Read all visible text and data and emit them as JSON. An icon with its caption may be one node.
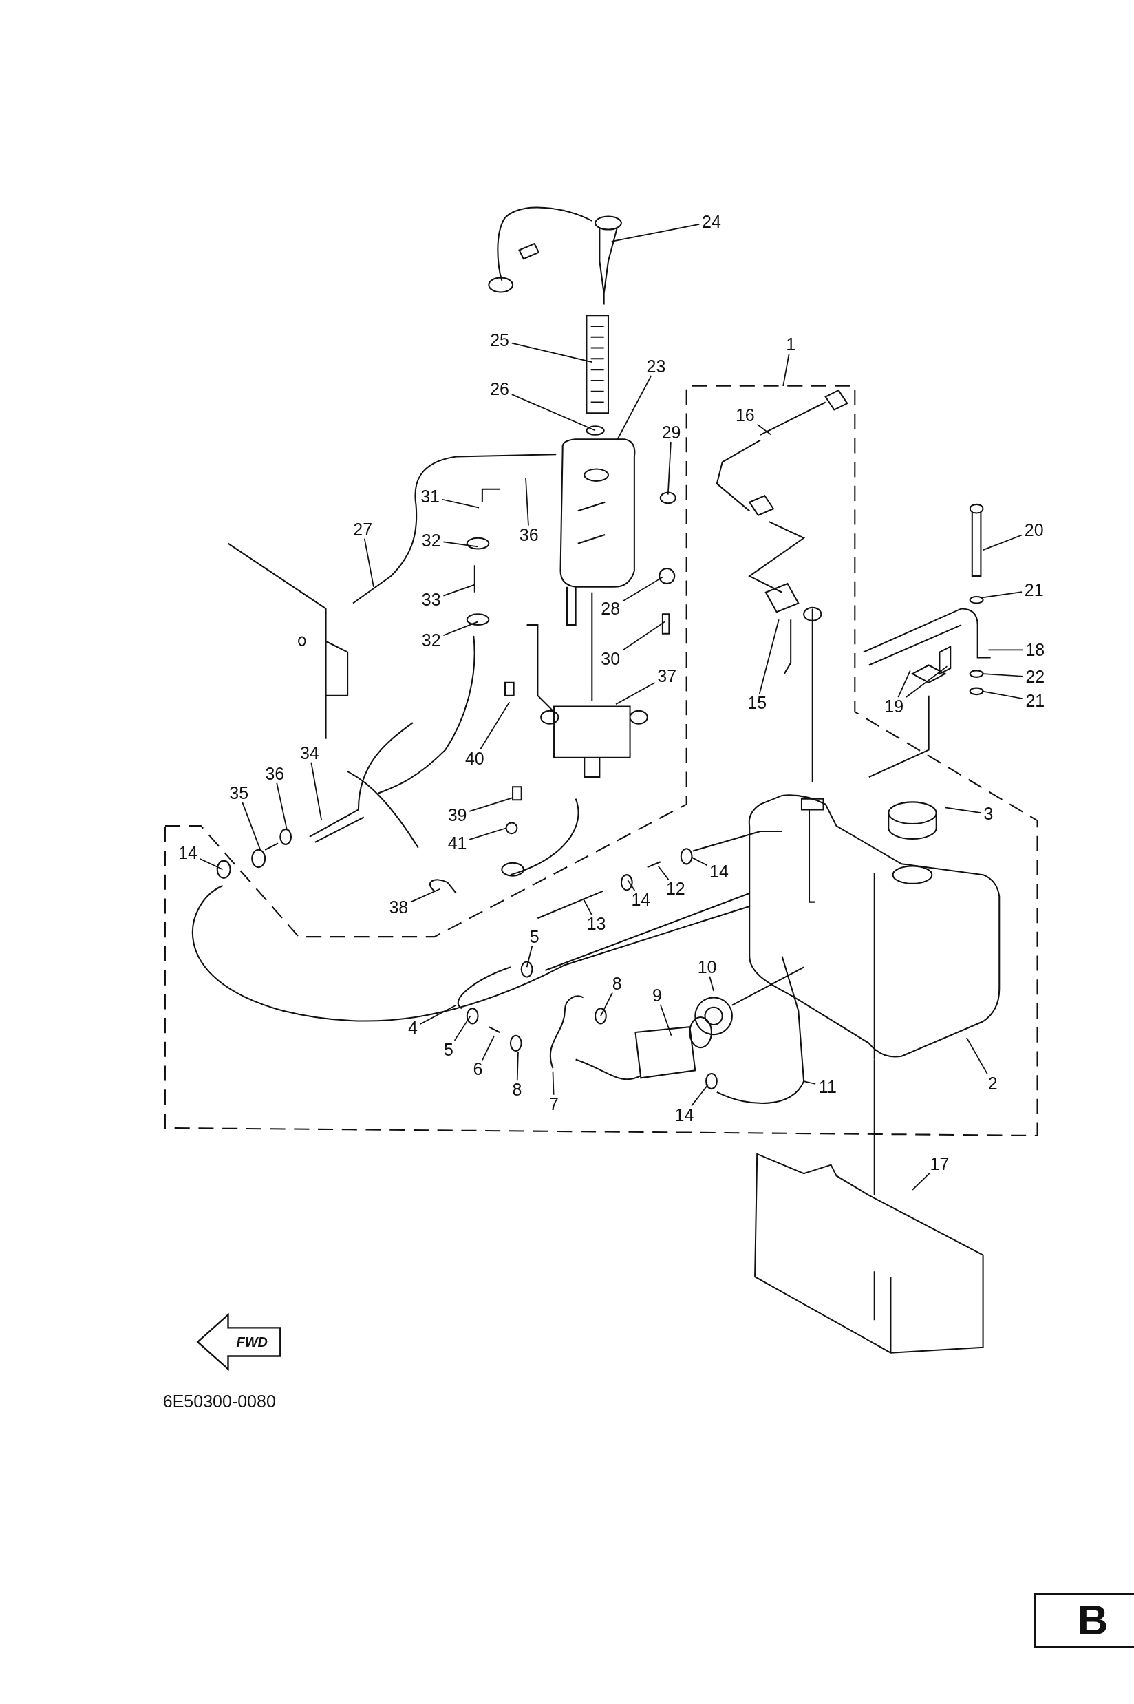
{
  "diagram": {
    "nodes": [
      {
        "text": [
          "24"
        ]
      },
      {
        "text": [
          "25"
        ]
      },
      {
        "text": [
          "23"
        ]
      },
      {
        "text": [
          "26"
        ]
      },
      {
        "text": [
          "1"
        ]
      },
      {
        "text": [
          "16"
        ]
      },
      {
        "text": [
          "29"
        ]
      },
      {
        "text": [
          "31"
        ]
      },
      {
        "text": [
          "36"
        ]
      },
      {
        "text": [
          "27"
        ]
      },
      {
        "text": [
          "32"
        ]
      },
      {
        "text": [
          "33"
        ]
      },
      {
        "text": [
          "28"
        ]
      },
      {
        "text": [
          "32"
        ]
      },
      {
        "text": [
          "30"
        ]
      },
      {
        "text": [
          "37"
        ]
      },
      {
        "text": [
          "15"
        ]
      },
      {
        "text": [
          "20"
        ]
      },
      {
        "text": [
          "21"
        ]
      },
      {
        "text": [
          "18"
        ]
      },
      {
        "text": [
          "19"
        ]
      },
      {
        "text": [
          "22"
        ]
      },
      {
        "text": [
          "21"
        ]
      },
      {
        "text": [
          "40"
        ]
      },
      {
        "text": [
          "34"
        ]
      },
      {
        "text": [
          "36"
        ]
      },
      {
        "text": [
          "35"
        ]
      },
      {
        "text": [
          "39"
        ]
      },
      {
        "text": [
          "41"
        ]
      },
      {
        "text": [
          "3"
        ]
      },
      {
        "text": [
          "14"
        ]
      },
      {
        "text": [
          "12"
        ]
      },
      {
        "text": [
          "14"
        ]
      },
      {
        "text": [
          "14"
        ]
      },
      {
        "text": [
          "38"
        ]
      },
      {
        "text": [
          "13"
        ]
      },
      {
        "text": [
          "5"
        ]
      },
      {
        "text": [
          "10"
        ]
      },
      {
        "text": [
          "8"
        ]
      },
      {
        "text": [
          "9"
        ]
      },
      {
        "text": [
          "4"
        ]
      },
      {
        "text": [
          "5"
        ]
      },
      {
        "text": [
          "6"
        ]
      },
      {
        "text": [
          "8"
        ]
      },
      {
        "text": [
          "7"
        ]
      },
      {
        "text": [
          "11"
        ]
      },
      {
        "text": [
          "14"
        ]
      },
      {
        "text": [
          "2"
        ]
      },
      {
        "text": [
          "17"
        ]
      }
    ],
    "edges": [
      {
        "from": 0,
        "to": null,
        "arrow": "none"
      },
      {
        "from": 1,
        "to": null,
        "arrow": "none"
      },
      {
        "from": 2,
        "to": null,
        "arrow": "none"
      },
      {
        "from": 3,
        "to": null,
        "arrow": "none"
      },
      {
        "from": 4,
        "to": null,
        "arrow": "none"
      },
      {
        "from": 5,
        "to": null,
        "arrow": "none"
      },
      {
        "from": 6,
        "to": null,
        "arrow": "none"
      },
      {
        "from": 7,
        "to": null,
        "arrow": "none"
      },
      {
        "from": 8,
        "to": null,
        "arrow": "none"
      },
      {
        "from": 9,
        "to": null,
        "arrow": "none"
      },
      {
        "from": 10,
        "to": null,
        "arrow": "none"
      },
      {
        "from": 11,
        "to": null,
        "arrow": "none"
      },
      {
        "from": 12,
        "to": null,
        "arrow": "none"
      },
      {
        "from": 13,
        "to": null,
        "arrow": "none"
      },
      {
        "from": 14,
        "to": null,
        "arrow": "none"
      },
      {
        "from": 15,
        "to": null,
        "arrow": "none"
      },
      {
        "from": 16,
        "to": null,
        "arrow": "none"
      },
      {
        "from": 17,
        "to": null,
        "arrow": "none"
      },
      {
        "from": 18,
        "to": null,
        "arrow": "none"
      },
      {
        "from": 19,
        "to": null,
        "arrow": "none"
      },
      {
        "from": 20,
        "to": null,
        "arrow": "none"
      },
      {
        "from": 20,
        "to": null,
        "arrow": "none"
      },
      {
        "from": 21,
        "to": null,
        "arrow": "none"
      },
      {
        "from": 22,
        "to": null,
        "arrow": "none"
      },
      {
        "from": 23,
        "to": null,
        "arrow": "none"
      },
      {
        "from": 24,
        "to": null,
        "arrow": "none"
      },
      {
        "from": 25,
        "to": null,
        "arrow": "none"
      },
      {
        "from": 26,
        "to": null,
        "arrow": "none"
      },
      {
        "from": 27,
        "to": null,
        "arrow": "none"
      },
      {
        "from": 28,
        "to": null,
        "arrow": "none"
      },
      {
        "from": 29,
        "to": null,
        "arrow": "none"
      },
      {
        "from": 30,
        "to": null,
        "arrow": "none"
      },
      {
        "from": 31,
        "to": null,
        "arrow": "none"
      },
      {
        "from": 32,
        "to": null,
        "arrow": "none"
      },
      {
        "from": 33,
        "to": null,
        "arrow": "none"
      },
      {
        "from": 34,
        "to": null,
        "arrow": "none"
      },
      {
        "from": 35,
        "to": null,
        "arrow": "none"
      },
      {
        "from": 36,
        "to": null,
        "arrow": "none"
      },
      {
        "from": 37,
        "to": null,
        "arrow": "none"
      },
      {
        "from": 38,
        "to": null,
        "arrow": "none"
      },
      {
        "from": 39,
        "to": null,
        "arrow": "none"
      },
      {
        "from": 40,
        "to": null,
        "arrow": "none"
      },
      {
        "from": 41,
        "to": null,
        "arrow": "none"
      },
      {
        "from": 42,
        "to": null,
        "arrow": "none"
      },
      {
        "from": 43,
        "to": null,
        "arrow": "none"
      },
      {
        "from": 44,
        "to": null,
        "arrow": "none"
      },
      {
        "from": 45,
        "to": null,
        "arrow": "none"
      },
      {
        "from": 46,
        "to": null,
        "arrow": "none"
      },
      {
        "from": 47,
        "to": null,
        "arrow": "none"
      },
      {
        "from": 48,
        "to": null,
        "arrow": "none"
      }
    ],
    "labels": [
      "FWD",
      "6E50300-0080",
      "B"
    ]
  }
}
